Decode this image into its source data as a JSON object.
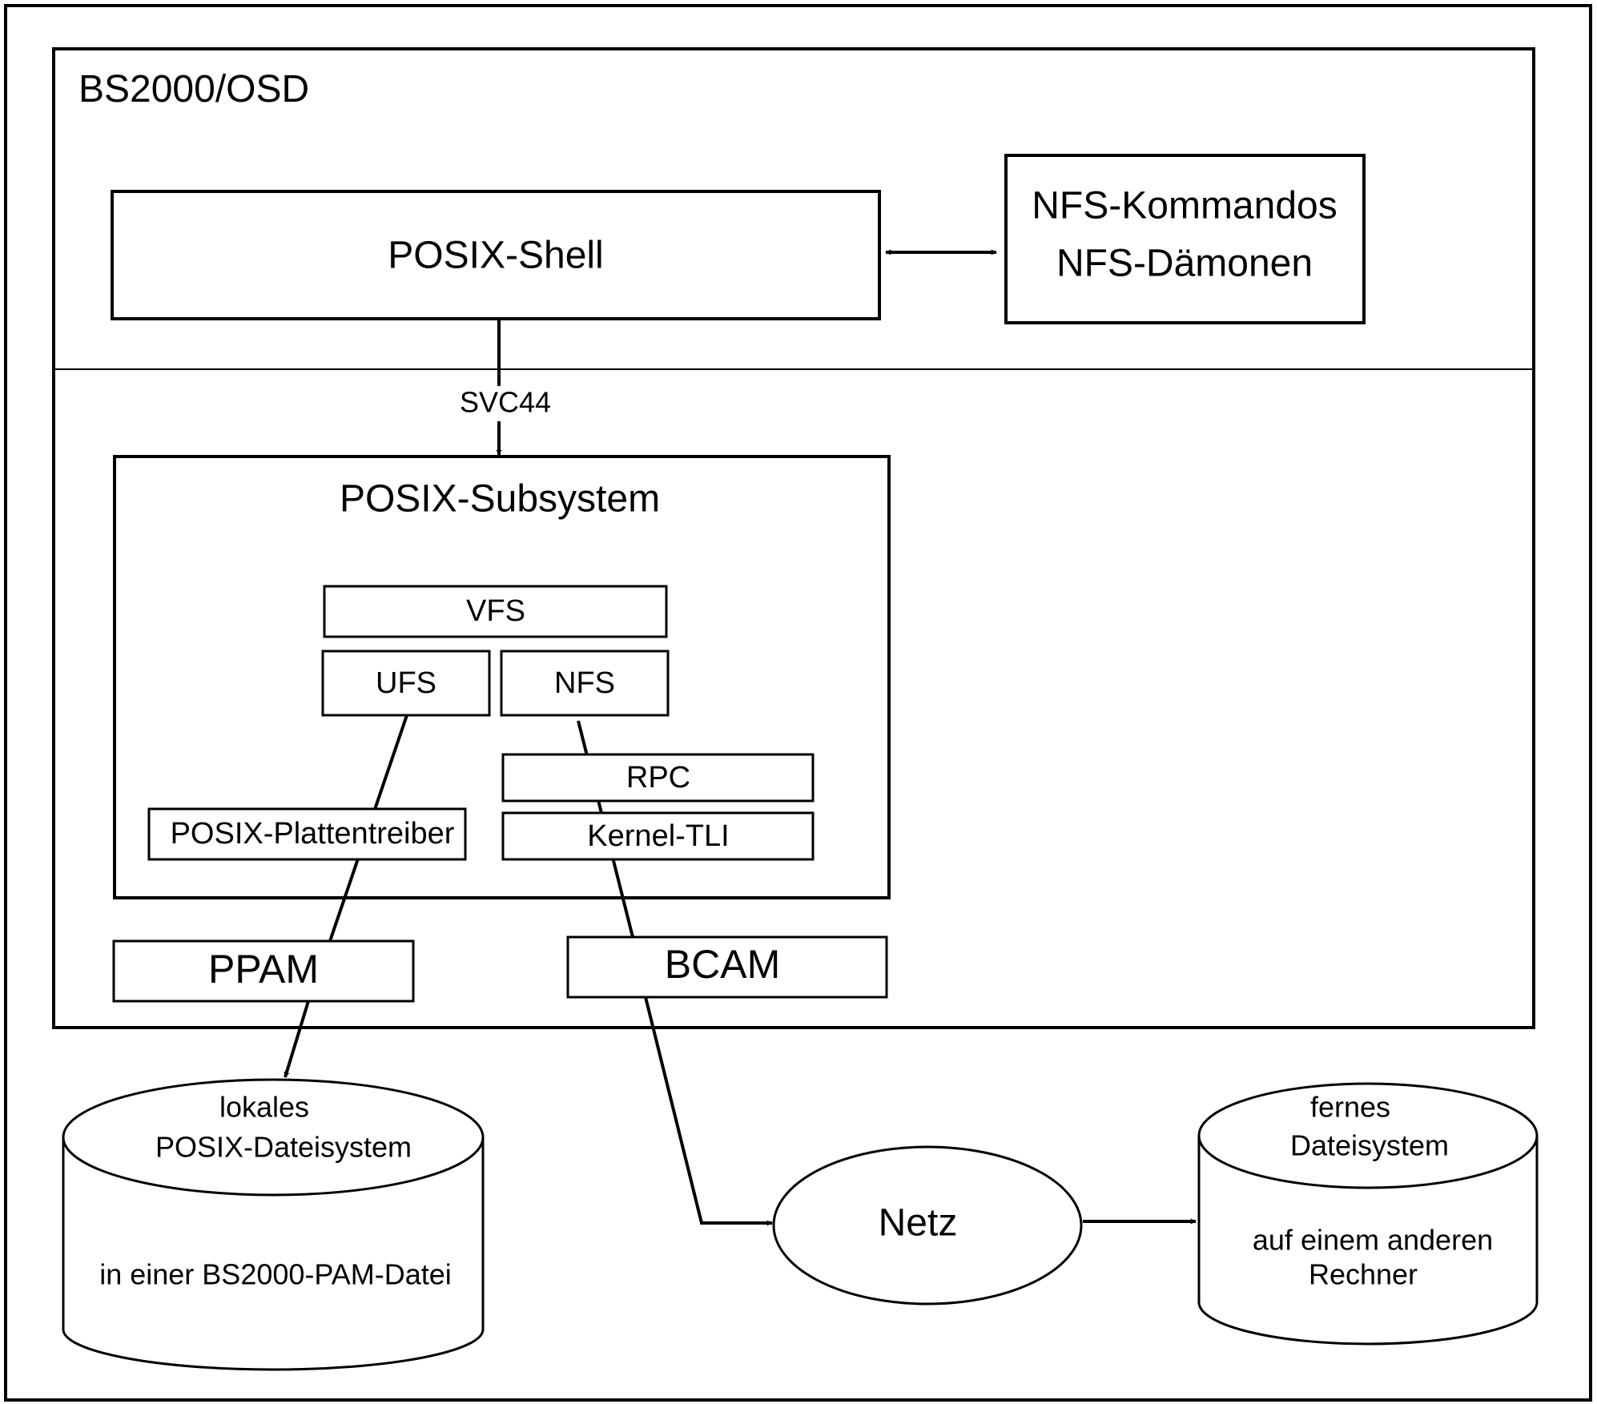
{
  "colors": {
    "stroke": "#000000",
    "background": "#ffffff"
  },
  "system": {
    "title": "BS2000/OSD"
  },
  "shell": {
    "label": "POSIX-Shell"
  },
  "nfs_tools": {
    "line1": "NFS-Kommandos",
    "line2": "NFS-Dämonen"
  },
  "svc": {
    "label": "SVC44"
  },
  "subsystem": {
    "title": "POSIX-Subsystem",
    "vfs": "VFS",
    "ufs": "UFS",
    "nfs": "NFS",
    "rpc": "RPC",
    "kernel_tli": "Kernel-TLI",
    "disk_driver": "POSIX-Plattentreiber"
  },
  "ppam": {
    "label": "PPAM"
  },
  "bcam": {
    "label": "BCAM"
  },
  "local_fs": {
    "line1": "lokales",
    "line2": "POSIX-Dateisystem",
    "line3": "in einer BS2000-PAM-Datei"
  },
  "network": {
    "label": "Netz"
  },
  "remote_fs": {
    "line1": "fernes",
    "line2": "Dateisystem",
    "line3": "auf einem anderen",
    "line4": "Rechner"
  }
}
